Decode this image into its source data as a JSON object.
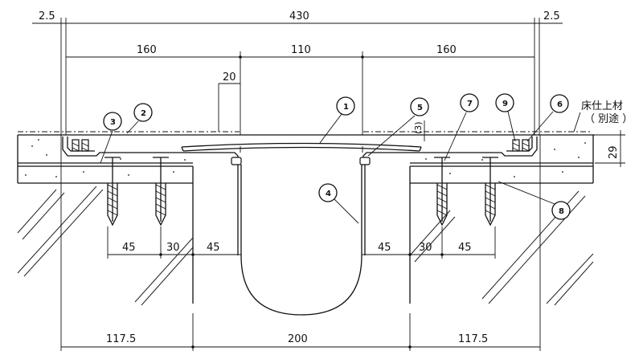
{
  "dimensions": {
    "top": {
      "left_edge": "2.5",
      "overall": "430",
      "right_edge": "2.5"
    },
    "second_row": {
      "left": "160",
      "center": "110",
      "right": "160"
    },
    "cover_height": "20",
    "gap_small": "(3)",
    "side_height": "29",
    "anchors_left": [
      "45",
      "30",
      "45"
    ],
    "anchors_right": [
      "45",
      "30",
      "45"
    ],
    "bottom": {
      "left": "117.5",
      "center": "200",
      "right": "117.5"
    }
  },
  "callouts": [
    "1",
    "2",
    "3",
    "4",
    "5",
    "6",
    "7",
    "8",
    "9"
  ],
  "labels": {
    "floor_finish": "床仕上材",
    "separate": "（ 別途 ）"
  }
}
